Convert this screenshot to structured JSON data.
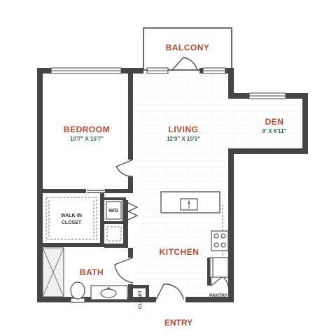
{
  "rooms": {
    "balcony": {
      "name": "BALCONY"
    },
    "bedroom": {
      "name": "BEDROOM",
      "dimensions": "10'7\" X 15'7\""
    },
    "living": {
      "name": "LIVING",
      "dimensions": "12'9\" X 15'5\""
    },
    "den": {
      "name": "DEN",
      "dimensions": "9' X 6'11\""
    },
    "walk_in_closet": {
      "line1": "WALK-IN",
      "line2": "CLOSET"
    },
    "washer_dryer": {
      "name": "W/D"
    },
    "kitchen": {
      "name": "KITCHEN"
    },
    "bath": {
      "name": "BATH"
    },
    "closet": {
      "name": "CLOSET"
    },
    "pantry": {
      "name": "PANTRY"
    }
  },
  "entry_label": "ENTRY",
  "colors": {
    "wall": "#454545",
    "room_label": "#b9472b",
    "dimension_label": "#2e6a45",
    "floor_hatch": "#ececec",
    "fixture": "#555555"
  }
}
